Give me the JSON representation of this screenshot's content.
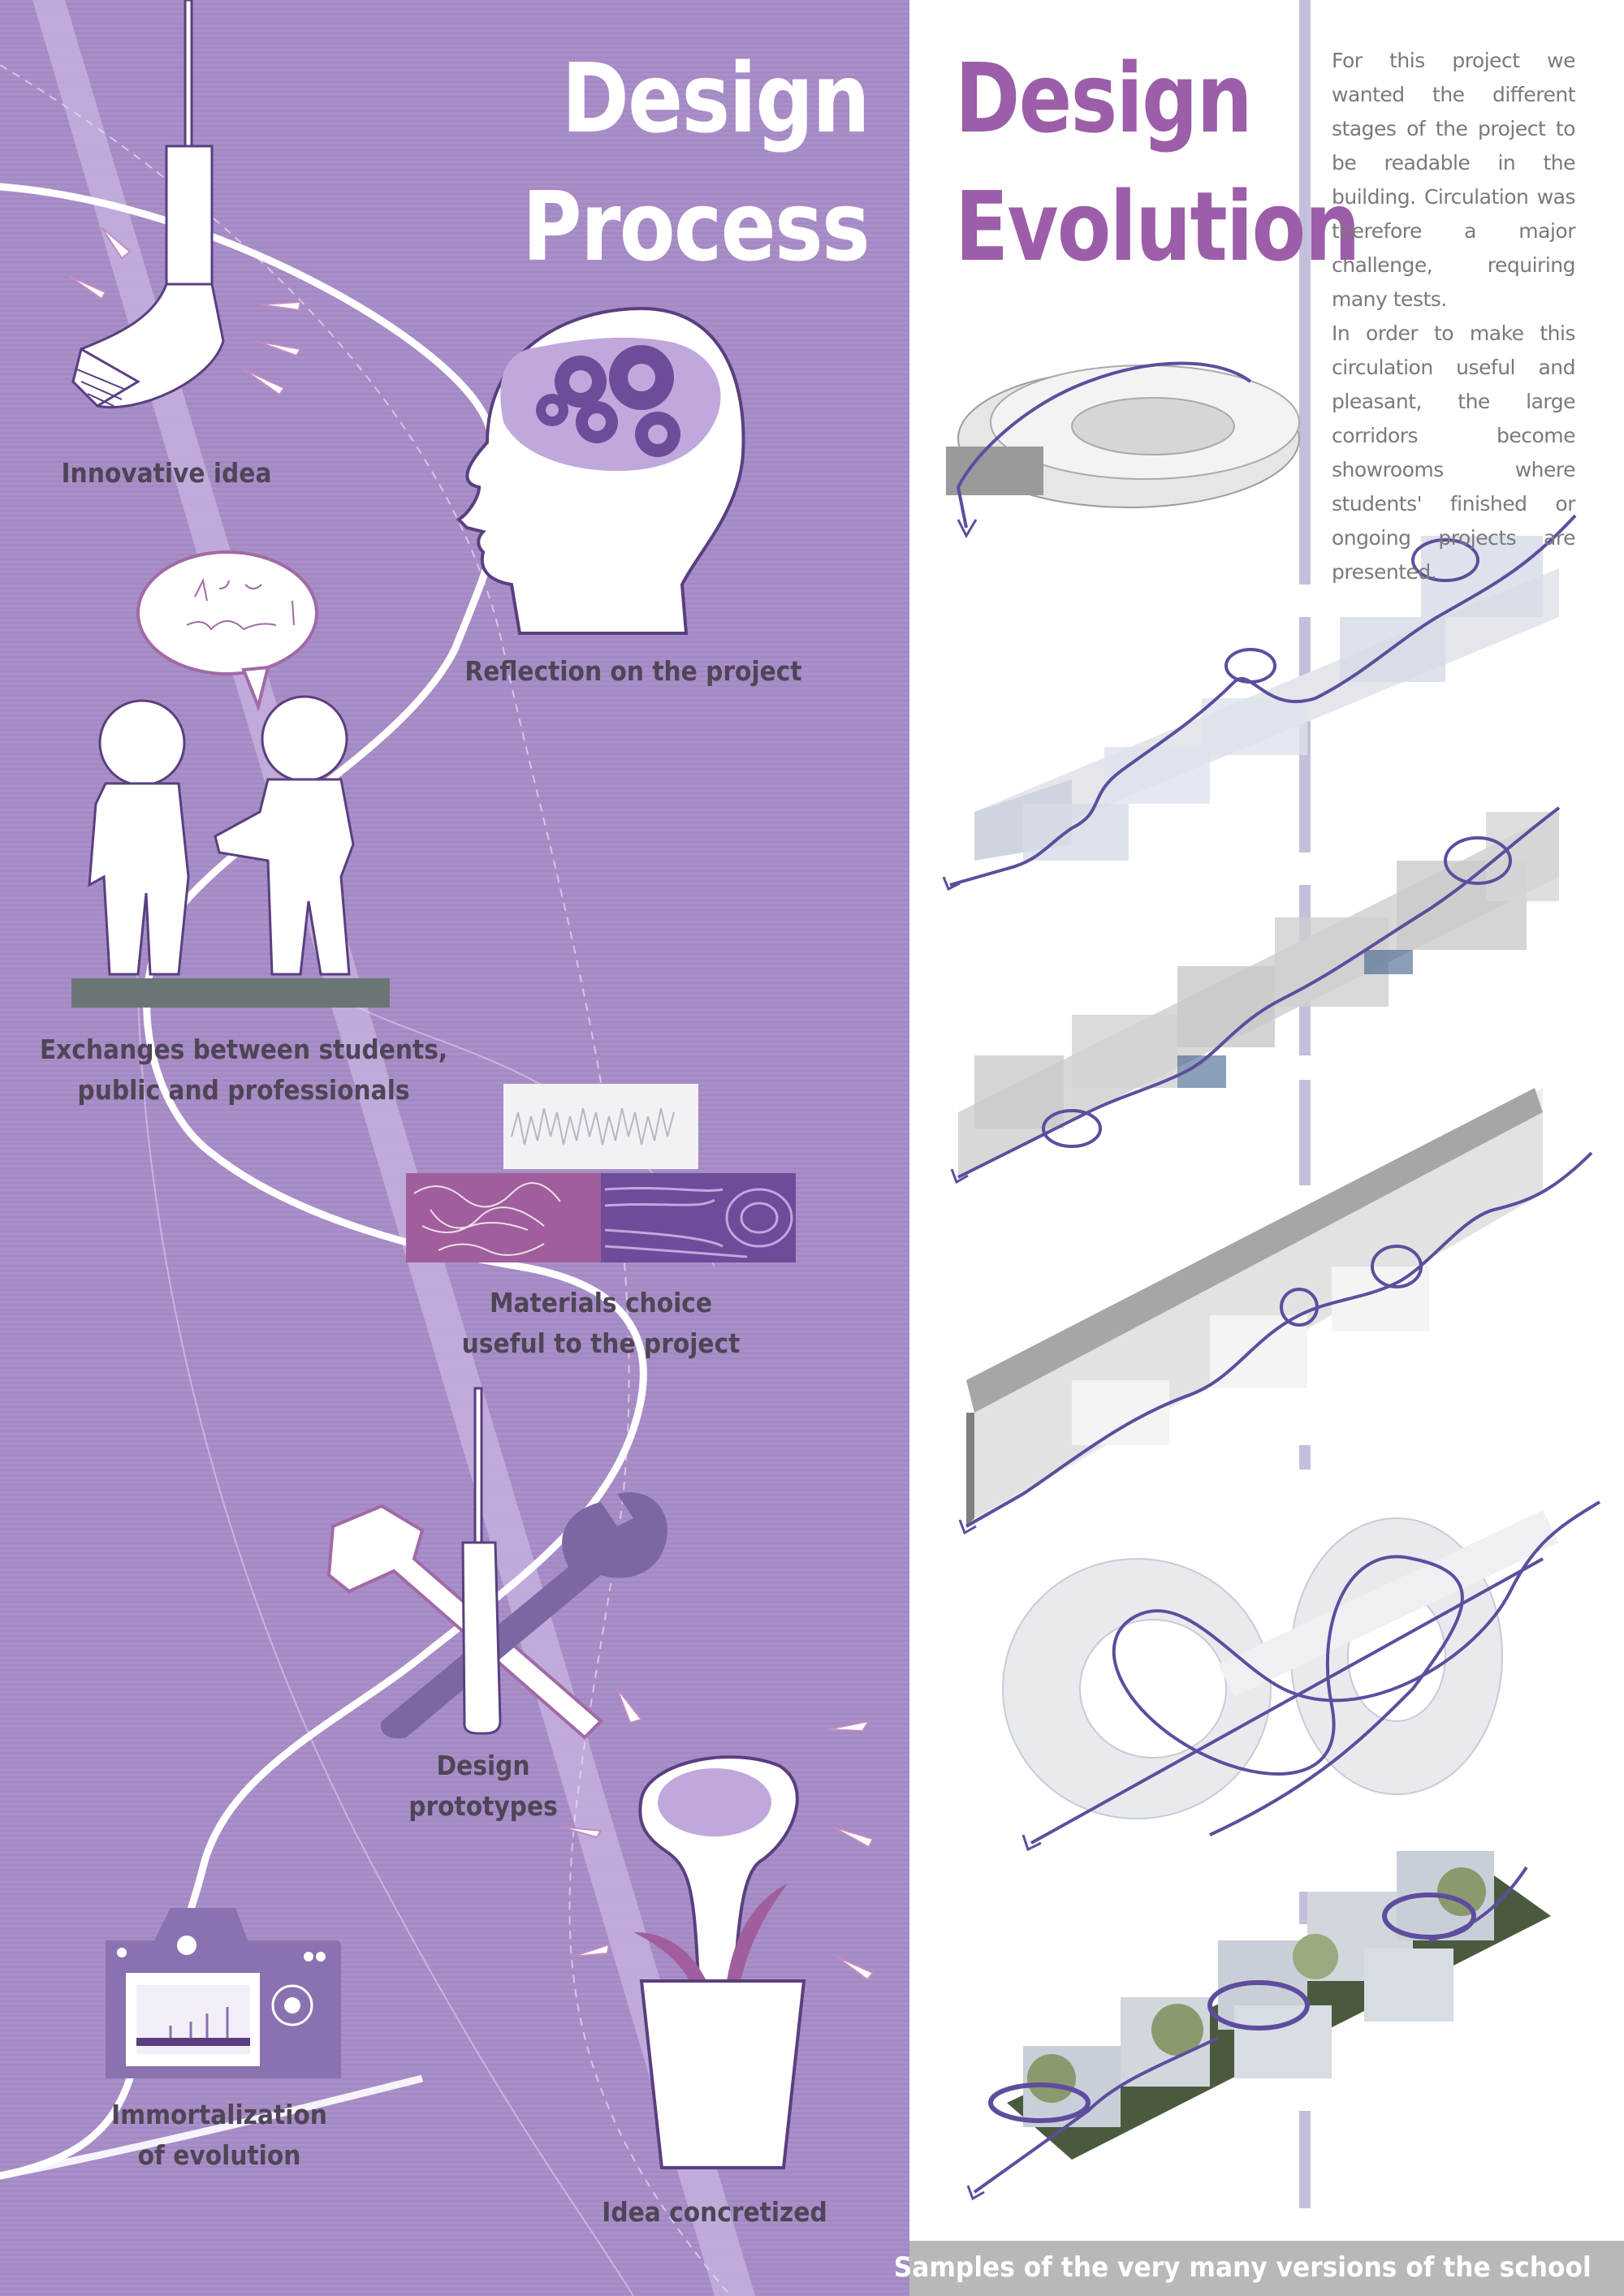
{
  "left_title": {
    "line1": "Design",
    "line2": "Process"
  },
  "right_title": {
    "line1": "Design",
    "line2": "Evolution"
  },
  "intro": {
    "p1": "For this project we wanted the different stages of the project to be readable in the building. Circulation was therefore a major challenge, requiring many tests.",
    "p2": "In order to make this circulation useful and pleasant, the large corridors become showrooms where students' finished or ongoing projects are presented."
  },
  "steps": {
    "s1": "Innovative idea",
    "s2": "Reflection on the project",
    "s3_l1": "Exchanges between students,",
    "s3_l2": "public and professionals",
    "s4_l1": "Materials choice",
    "s4_l2": "useful to the project",
    "s5_l1": "Design",
    "s5_l2": "prototypes",
    "s6_l1": "Immortalization",
    "s6_l2": "of evolution",
    "s7": "Idea concretized"
  },
  "footer": {
    "caption": "Samples of the very many versions of the school"
  },
  "colors": {
    "panel": "#a78cc6",
    "accent_purple": "#9c5ea8",
    "icon_purple": "#6d4c9a",
    "label_gray": "#4e4556",
    "circulation_line": "#5e4d9e"
  },
  "icons": [
    "light-bulb-icon",
    "head-gears-icon",
    "speech-bubble-icon",
    "two-people-icon",
    "materials-swatch-icon",
    "tools-icon",
    "camera-icon",
    "plant-pot-icon"
  ]
}
